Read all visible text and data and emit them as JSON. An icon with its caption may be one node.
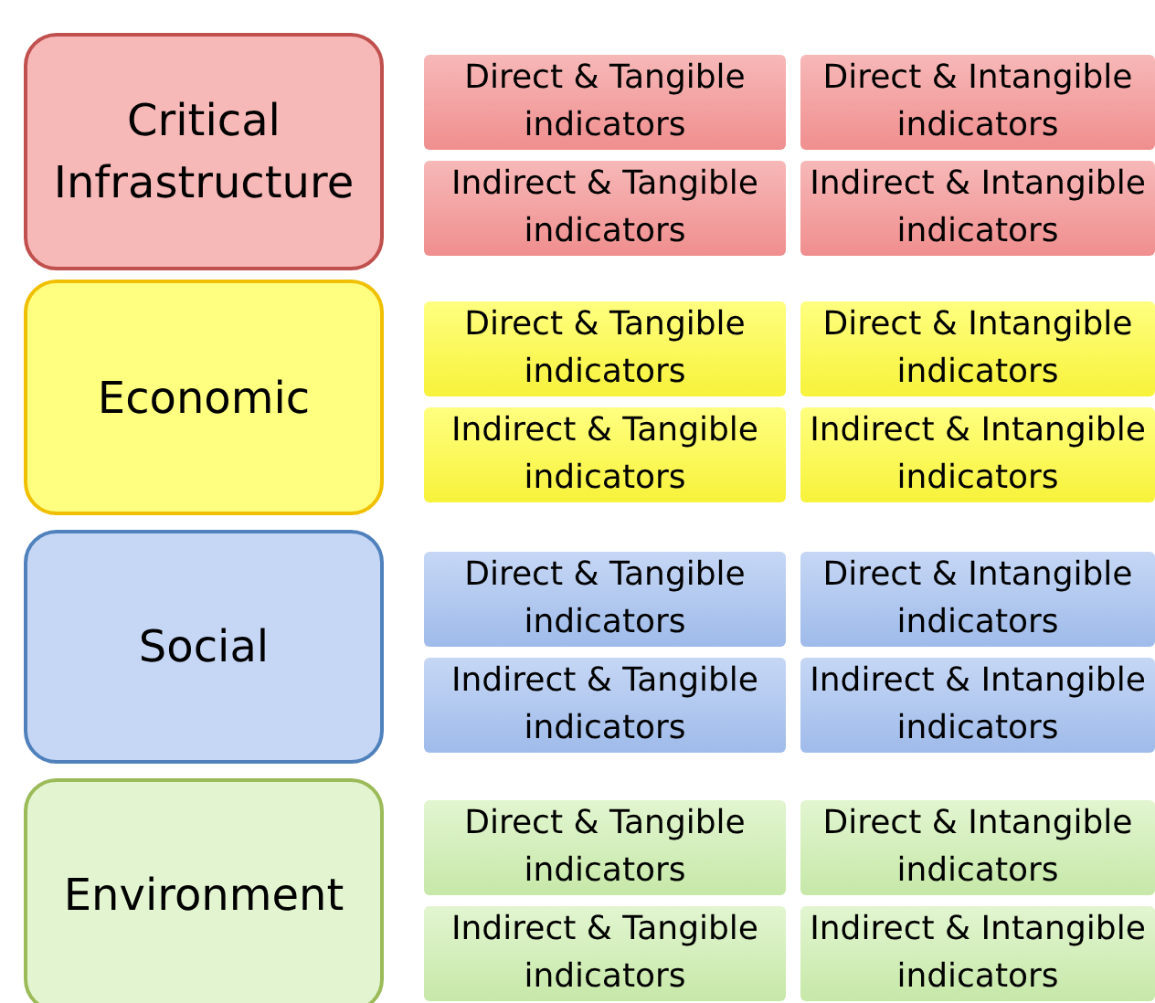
{
  "diagram": {
    "nodes": [
      {
        "text": [
          "Critical Infrastructure"
        ]
      },
      {
        "text": [
          "Direct & Tangible indicators"
        ]
      },
      {
        "text": [
          "Direct & Intangible indicators"
        ]
      },
      {
        "text": [
          "Indirect & Tangible indicators"
        ]
      },
      {
        "text": [
          "Indirect & Intangible indicators"
        ]
      },
      {
        "text": [
          "Economic"
        ]
      },
      {
        "text": [
          "Direct & Tangible indicators"
        ]
      },
      {
        "text": [
          "Direct & Intangible indicators"
        ]
      },
      {
        "text": [
          "Indirect & Tangible indicators"
        ]
      },
      {
        "text": [
          "Indirect & Intangible indicators"
        ]
      },
      {
        "text": [
          "Social"
        ]
      },
      {
        "text": [
          "Direct & Tangible indicators"
        ]
      },
      {
        "text": [
          "Direct & Intangible indicators"
        ]
      },
      {
        "text": [
          "Indirect & Tangible indicators"
        ]
      },
      {
        "text": [
          "Indirect & Intangible indicators"
        ]
      },
      {
        "text": [
          "Environment"
        ]
      },
      {
        "text": [
          "Direct & Tangible indicators"
        ]
      },
      {
        "text": [
          "Direct & Intangible indicators"
        ]
      },
      {
        "text": [
          "Indirect & Tangible indicators"
        ]
      },
      {
        "text": [
          "Indirect & Intangible indicators"
        ]
      }
    ]
  }
}
